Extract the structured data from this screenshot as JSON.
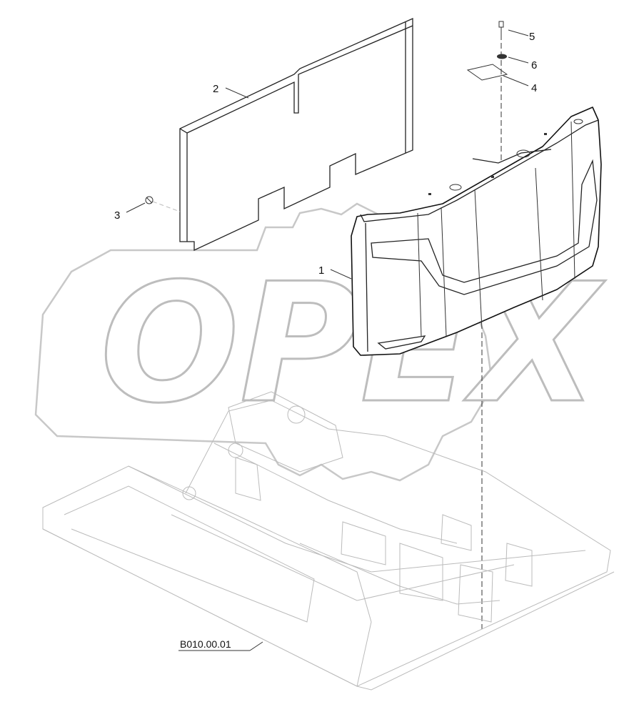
{
  "watermark": {
    "text": "OPEX"
  },
  "callouts": [
    {
      "id": "1",
      "text": "1"
    },
    {
      "id": "2",
      "text": "2"
    },
    {
      "id": "3",
      "text": "3"
    },
    {
      "id": "4",
      "text": "4"
    },
    {
      "id": "5",
      "text": "5"
    },
    {
      "id": "6",
      "text": "6"
    }
  ],
  "reference": {
    "text": "B010.00.01"
  }
}
